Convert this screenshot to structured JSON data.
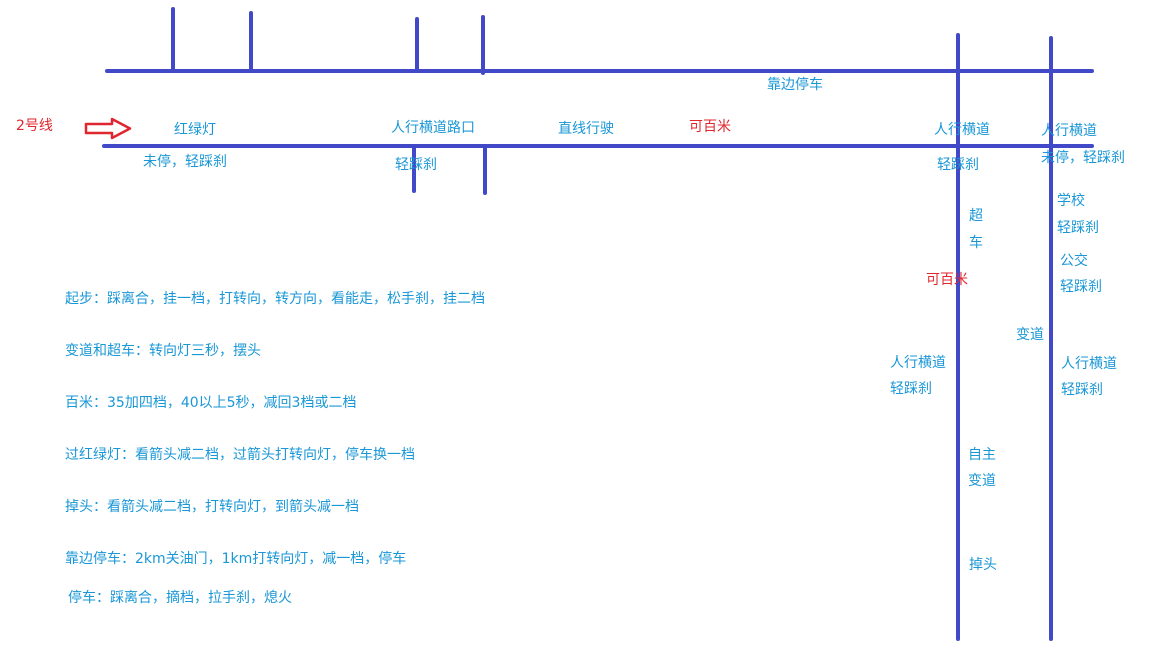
{
  "colors": {
    "road": "#4149c8",
    "label": "#1a97d6",
    "highlight": "#e0262e"
  },
  "icons": {
    "direction": "right-arrow-icon"
  },
  "map": {
    "route_name": "2号线",
    "labels": {
      "pull_over_top": "靠边停车",
      "traffic_light": "红绿灯",
      "not_stopped_1": "未停，轻踩刹",
      "crosswalk_intersection": "人行横道路口",
      "light_brake_1": "轻踩刹",
      "straight_drive": "直线行驶",
      "hundred_meter_1": "可百米",
      "crosswalk_1": "人行横道",
      "light_brake_2": "轻踩刹",
      "crosswalk_2": "人行横道",
      "not_stopped_2": "未停，轻踩刹",
      "overtake_1": "超",
      "overtake_2": "车",
      "school": "学校",
      "light_brake_3": "轻踩刹",
      "bus": "公交",
      "light_brake_4": "轻踩刹",
      "hundred_meter_2": "可百米",
      "lane_change": "变道",
      "crosswalk_3": "人行横道",
      "light_brake_5": "轻踩刹",
      "crosswalk_4": "人行横道",
      "light_brake_6": "轻踩刹",
      "self_change_1": "自主",
      "self_change_2": "变道",
      "u_turn": "掉头"
    }
  },
  "notes": [
    "起步：踩离合，挂一档，打转向，转方向，看能走，松手刹，挂二档",
    "变道和超车：转向灯三秒，摆头",
    "百米：35加四档，40以上5秒，减回3档或二档",
    "过红绿灯：看箭头减二档，过箭头打转向灯，停车换一档",
    "掉头：看箭头减二档，打转向灯，到箭头减一档",
    "靠边停车：2km关油门，1km打转向灯，减一档，停车",
    "停车：踩离合，摘档，拉手刹，熄火"
  ]
}
